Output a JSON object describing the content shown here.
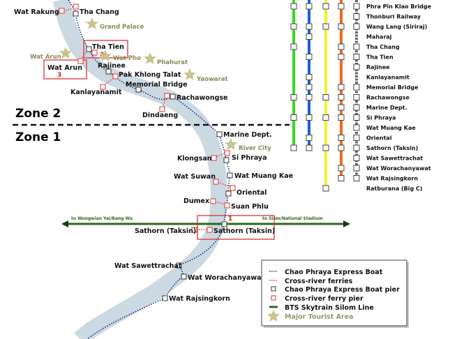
{
  "map": {
    "zones": {
      "zone2": "Zone 2",
      "zone1": "Zone 1"
    },
    "express_piers": [
      "Tha Chang",
      "Tha Tien",
      "Rajinee",
      "Pak Khlong Talat",
      "Memorial Bridge",
      "Rachawongse",
      "Marine Dept.",
      "Si Phraya",
      "Wat Muang Kae",
      "Oriental",
      "Sathorn (Taksin)",
      "Wat Sawettrachat",
      "Wat Worachanyawat",
      "Wat Rajsingkorn"
    ],
    "ferry_piers": [
      "Wat Rakung",
      "Wat Arun",
      "Kanlayanamit",
      "Dindaeng",
      "Klongsan",
      "Wat Suwan",
      "Dumex",
      "Suan Phlu",
      "Sathorn (Taksin)"
    ],
    "tourist_areas": [
      "Grand Palace",
      "Wat Arun",
      "Wat Pho",
      "Phahurat",
      "Yaowarat",
      "River City"
    ],
    "highlights": [
      {
        "number": "1",
        "label": ""
      },
      {
        "number": "2",
        "label": "Tha Tien"
      },
      {
        "number": "3",
        "label": "Wat Arun"
      }
    ],
    "bts": {
      "west": "to Wongwian Yai/Bang Wa",
      "east": "to Siam/National Stadium"
    }
  },
  "legend": {
    "items": [
      {
        "label": "Chao Phraya Express Boat"
      },
      {
        "label": "Cross-river ferries"
      },
      {
        "label": "Chao Phraya Express Boat pier"
      },
      {
        "label": "Cross-river ferry pier"
      },
      {
        "label": "BTS Skytrain Silom Line"
      },
      {
        "label": "Major Tourist Area"
      }
    ]
  },
  "routes": {
    "stations": [
      "Phra Pin Klao Bridge",
      "Thonburi Railway",
      "Wang Lang (Siriraj)",
      "Maharaj",
      "Tha Chang",
      "Tha Tien",
      "Rajinee",
      "Kanlayanamit",
      "Memorial Bridge",
      "Rachawongse",
      "Marine Dept.",
      "Si Phraya",
      "Wat Muang Kae",
      "Oriental",
      "Sathorn (Taksin)",
      "Wat Sawettrachat",
      "Wat Worachanyawat",
      "Wat Rajsingkorn",
      "Ratburana (Big C)"
    ],
    "lines": [
      {
        "name": "green",
        "color": "#33dd22",
        "stops": [
          0,
          2,
          4,
          9,
          11,
          14
        ]
      },
      {
        "name": "blue",
        "color": "#1a5fd0",
        "stops": [
          0,
          2,
          3,
          5,
          7,
          8,
          9,
          11,
          13,
          14
        ]
      },
      {
        "name": "yellow",
        "color": "#f2f22a",
        "stops": [
          0,
          2,
          9,
          11,
          14,
          18
        ]
      },
      {
        "name": "orange",
        "color": "#f06a1a",
        "stops": [
          0,
          2,
          4,
          5,
          8,
          9,
          10,
          11,
          13,
          14,
          16,
          17
        ]
      },
      {
        "name": "gray",
        "color": "#666666",
        "stops": [
          0,
          1,
          2,
          4,
          5,
          6,
          8,
          9,
          10,
          11,
          12,
          13,
          14,
          15,
          16,
          17
        ]
      }
    ]
  }
}
